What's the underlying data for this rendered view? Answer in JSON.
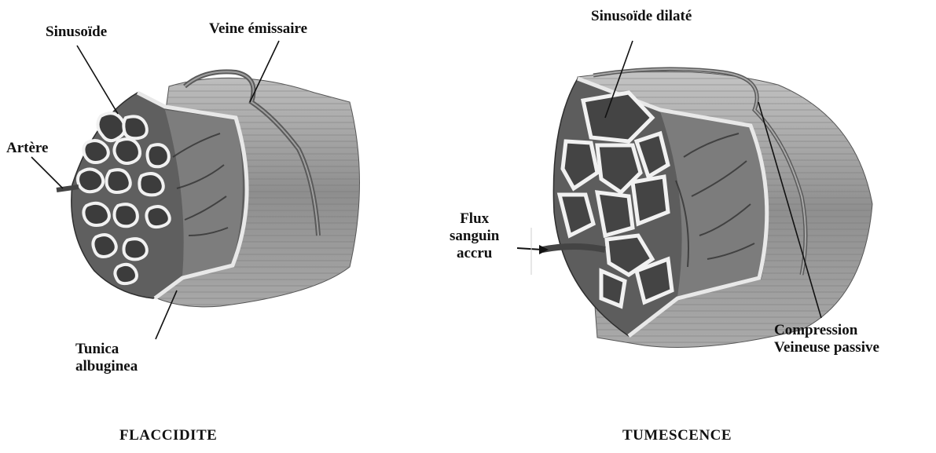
{
  "left": {
    "title": "FLACCIDITE",
    "labels": {
      "sinusoid": "Sinusoïde",
      "emissary_vein": "Veine émissaire",
      "artery": "Artère",
      "tunica_line1": "Tunica",
      "tunica_line2": "albuginea"
    }
  },
  "right": {
    "title": "TUMESCENCE",
    "labels": {
      "dilated_sinusoid": "Sinusoïde dilaté",
      "flow_line1": "Flux",
      "flow_line2": "sanguin",
      "flow_line3": "accru",
      "compression_line1": "Compression",
      "compression_line2": "Veineuse passive"
    }
  },
  "colors": {
    "tissue": "#6d6d6d",
    "tissue_dark": "#4a4a4a",
    "tissue_light": "#9a9a9a",
    "sinus_wall": "#f2f2f2",
    "surface": "#8a8a8a"
  }
}
